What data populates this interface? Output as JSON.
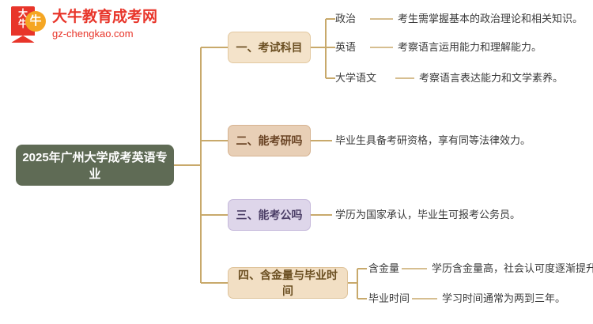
{
  "logo": {
    "tag_text_line1": "大",
    "tag_text_line2": "牛",
    "circle_text": "牛",
    "title": "大牛教育成考网",
    "subtitle": "gz-chengkao.com"
  },
  "mindmap": {
    "root": "2025年广州大学成考英语专业",
    "branches": [
      {
        "label": "一、考试科目",
        "items": [
          {
            "key": "政治",
            "desc": "考生需掌握基本的政治理论和相关知识。"
          },
          {
            "key": "英语",
            "desc": "考察语言运用能力和理解能力。"
          },
          {
            "key": "大学语文",
            "desc": "考察语言表达能力和文学素养。"
          }
        ]
      },
      {
        "label": "二、能考研吗",
        "items": [
          {
            "key": "",
            "desc": "毕业生具备考研资格，享有同等法律效力。"
          }
        ]
      },
      {
        "label": "三、能考公吗",
        "items": [
          {
            "key": "",
            "desc": "学历为国家承认，毕业生可报考公务员。"
          }
        ]
      },
      {
        "label": "四、含金量与毕业时间",
        "items": [
          {
            "key": "含金量",
            "desc": "学历含金量高，社会认可度逐渐提升。"
          },
          {
            "key": "毕业时间",
            "desc": "学习时间通常为两到三年。"
          }
        ]
      }
    ]
  },
  "colors": {
    "root_bg": "#5f6b55",
    "branch1_bg": "#f4e3ca",
    "branch2_bg": "#e8cfb6",
    "branch3_bg": "#ded6ea",
    "branch4_bg": "#f2dfc4",
    "brand_red": "#e8352a",
    "brand_orange": "#f5a623",
    "line": "#c8a96b"
  }
}
